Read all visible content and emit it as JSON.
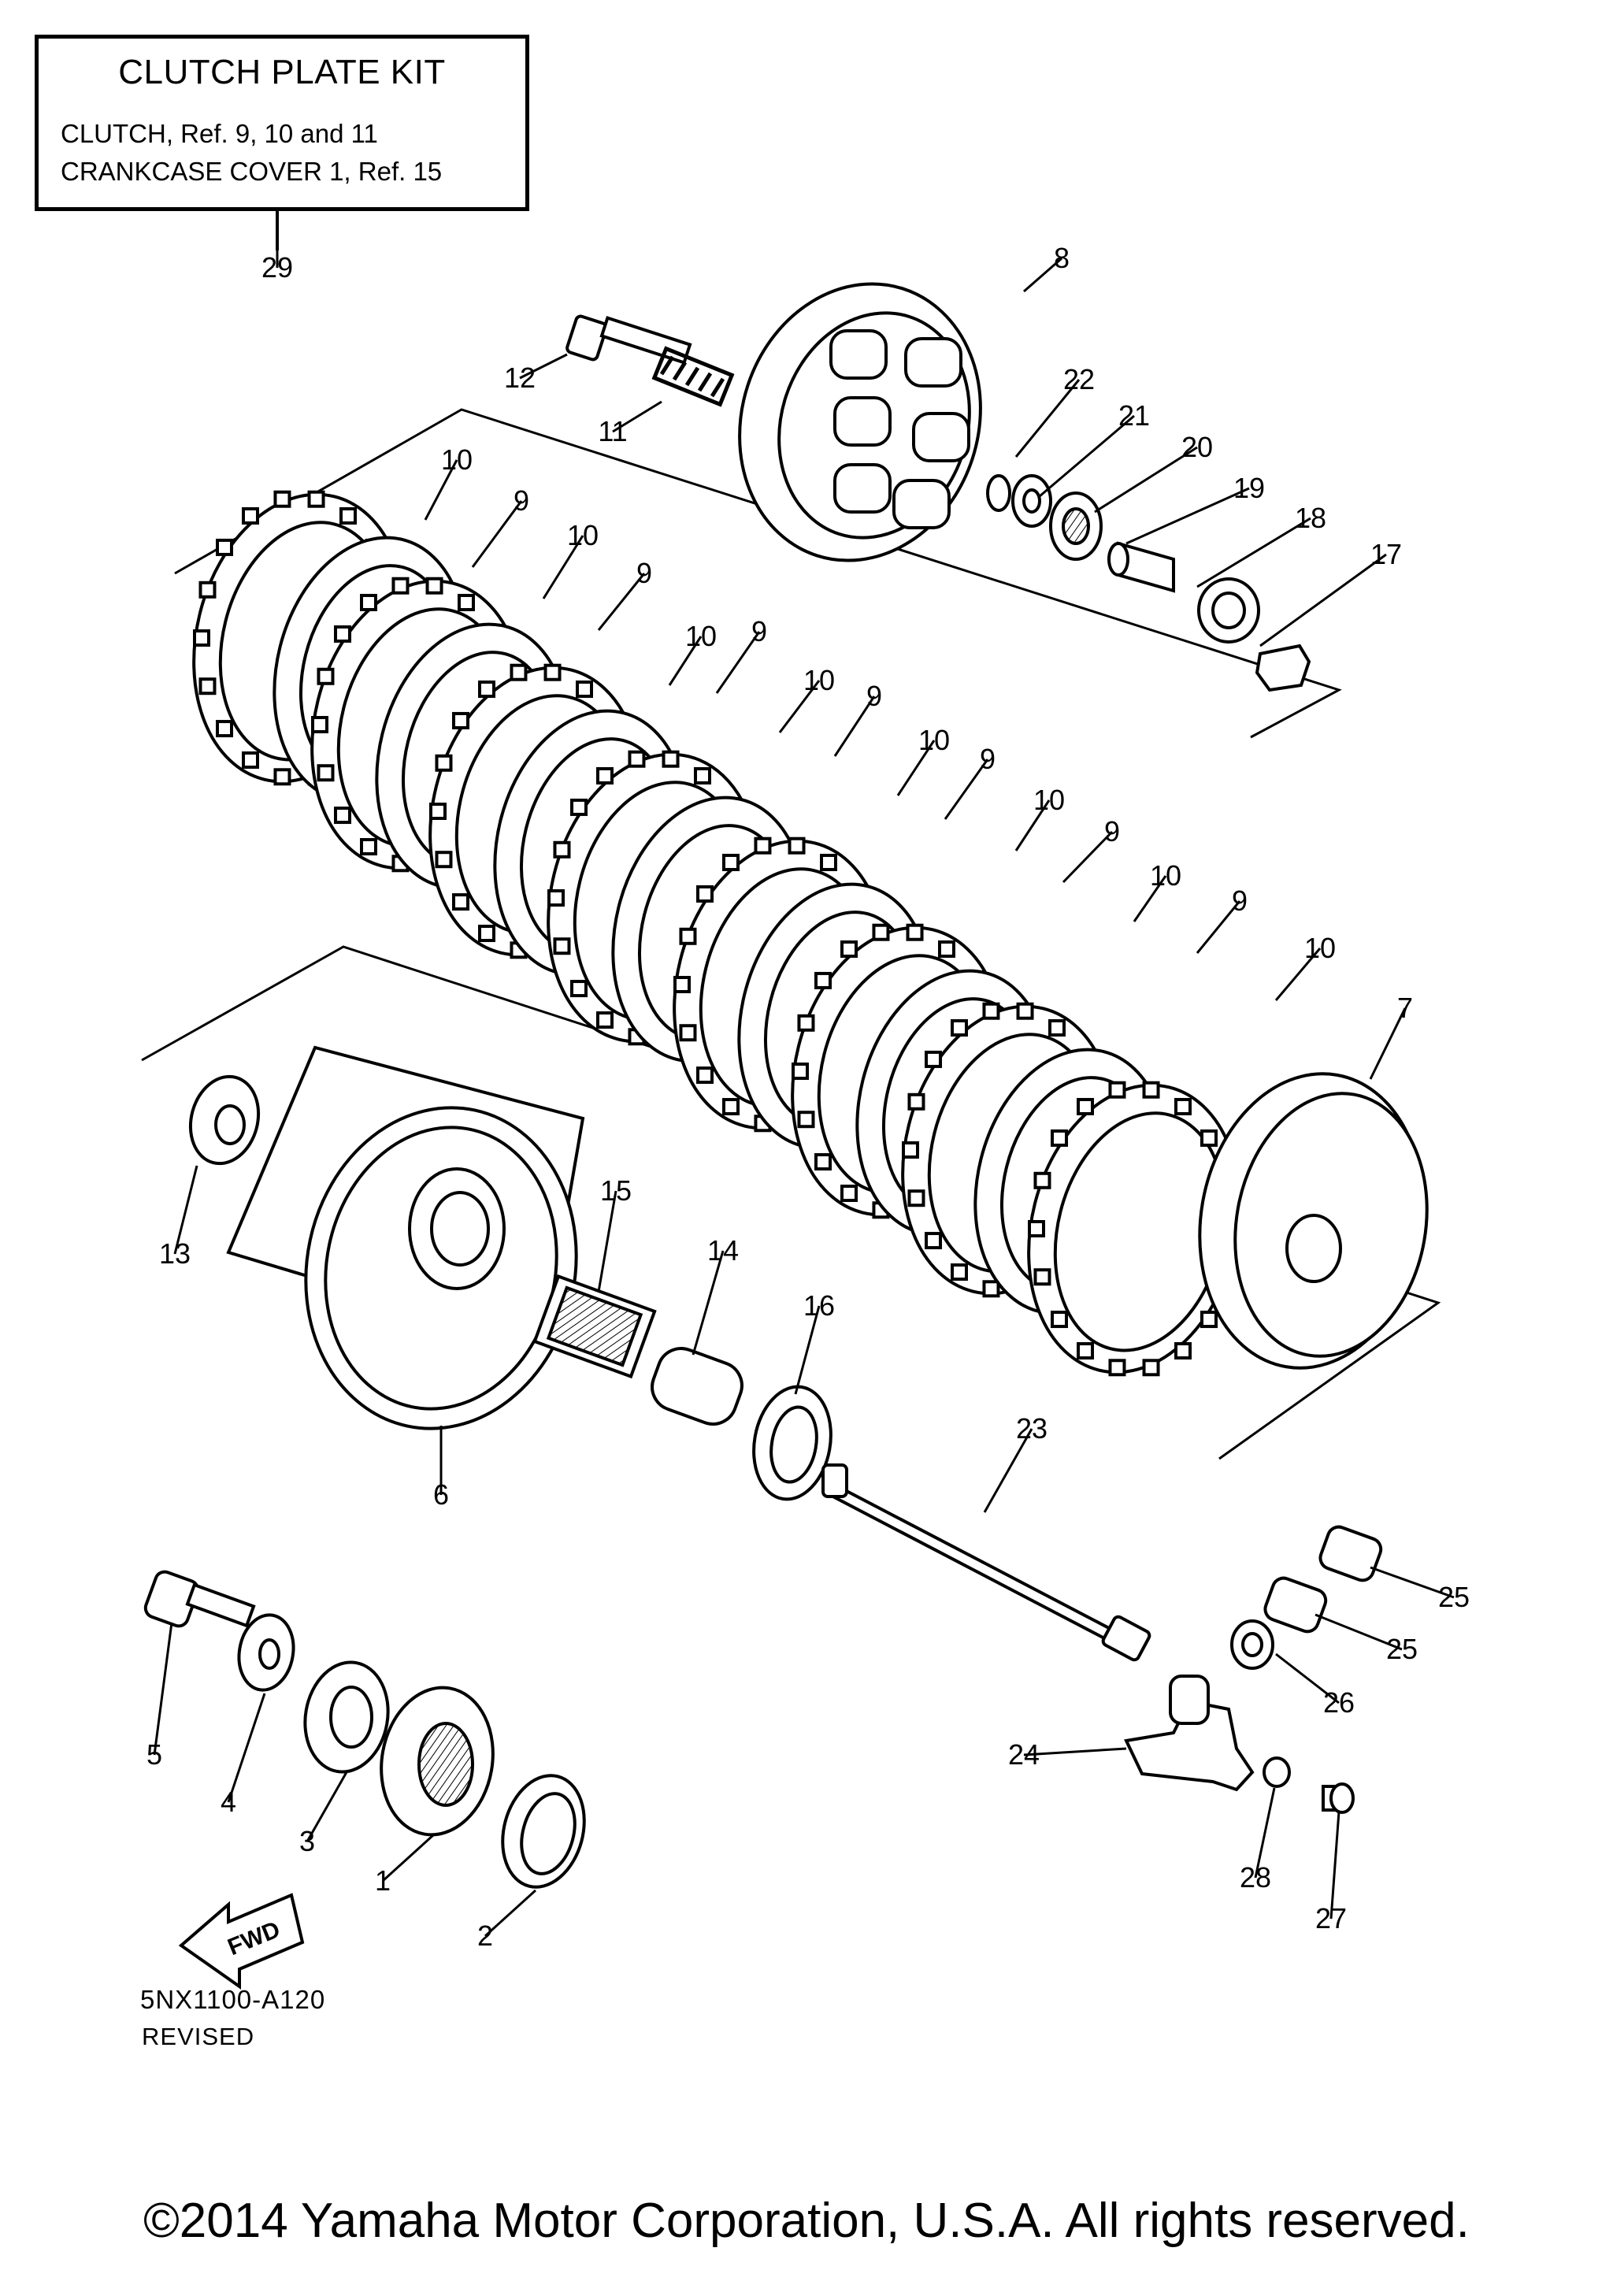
{
  "kit_box": {
    "title": "CLUTCH PLATE KIT",
    "line1": "CLUTCH, Ref. 9, 10 and 11",
    "line2": "CRANKCASE COVER 1, Ref. 15"
  },
  "callouts": [
    "29",
    "8",
    "12",
    "22",
    "11",
    "21",
    "20",
    "19",
    "18",
    "17",
    "10",
    "9",
    "10",
    "9",
    "10",
    "9",
    "10",
    "9",
    "10",
    "9",
    "10",
    "9",
    "10",
    "9",
    "10",
    "7",
    "15",
    "14",
    "16",
    "13",
    "6",
    "23",
    "25",
    "25",
    "26",
    "24",
    "28",
    "27",
    "5",
    "4",
    "3",
    "1",
    "2"
  ],
  "fwd_arrow": "FWD",
  "diagram_code": "5NX1100-A120",
  "revised": "REVISED",
  "copyright": "©2014 Yamaha Motor Corporation, U.S.A. All rights reserved.",
  "colors": {
    "ink": "#000000",
    "paper": "#ffffff"
  }
}
